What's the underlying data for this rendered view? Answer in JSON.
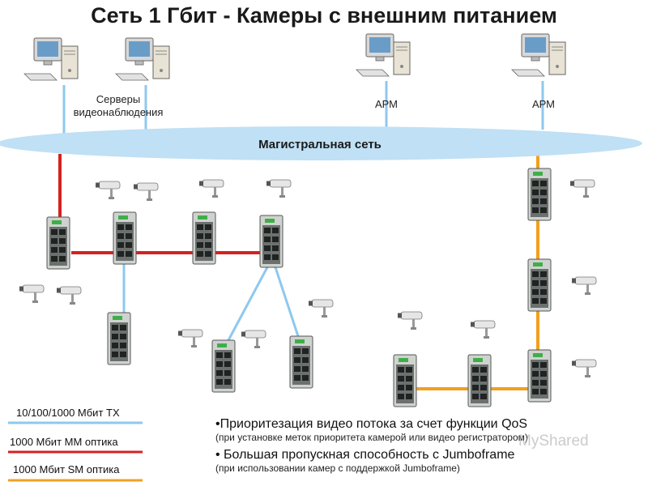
{
  "title": "Сеть 1 Гбит  - Камеры с внешним питанием",
  "servers_label": "Серверы видеонаблюдения",
  "workstations": [
    "АРМ",
    "АРМ"
  ],
  "backbone_label": "Магистральная сеть",
  "legend": [
    {
      "label": "10/100/1000 Мбит TX",
      "color": "#8ec8ef"
    },
    {
      "label": "1000 Мбит MM оптика",
      "color": "#d42222"
    },
    {
      "label": "1000 Мбит SM оптика",
      "color": "#f0a020"
    }
  ],
  "bullets": [
    {
      "main": "•Приоритезация видео потока за счет функции QoS",
      "sub": "(при установке меток приоритета камерой или видео регистратором)"
    },
    {
      "main": "• Большая пропускная способность с Jumboframe",
      "sub": "(при использовании камер с поддержкой Jumboframe)"
    }
  ],
  "watermark": "MyShared",
  "colors": {
    "backbone": "#bfe0f5",
    "tx": "#8ec8ef",
    "mm": "#d42222",
    "sm": "#f0a020"
  }
}
